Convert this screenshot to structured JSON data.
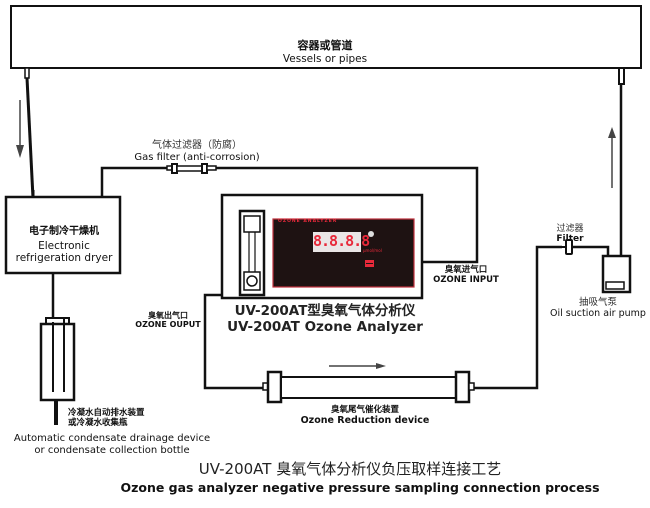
{
  "vessel": {
    "cn": "容器或管道",
    "en": "Vessels or pipes"
  },
  "dryer": {
    "cn": "电子制冷干燥机",
    "en1": "Electronic",
    "en2": "refrigeration dryer"
  },
  "gas_filter": {
    "cn": "气体过滤器（防腐）",
    "en": "Gas filter (anti-corrosion)"
  },
  "analyzer": {
    "panel_label": "OZONE ANALYZER",
    "display": "8.8.8.8",
    "unit": "μmol/mol",
    "name_cn": "UV-200AT型臭氧气体分析仪",
    "name_en": "UV-200AT Ozone Analyzer"
  },
  "ozone_input": {
    "cn": "臭氧进气口",
    "en": "OZONE INPUT"
  },
  "ozone_output": {
    "cn": "臭氧出气口",
    "en": "OZONE OUPUT"
  },
  "filter": {
    "cn": "过滤器",
    "en": "Filter"
  },
  "pump": {
    "cn": "抽吸气泵",
    "en": "Oil suction air pump"
  },
  "condensate": {
    "cn1": "冷凝水自动排水装置",
    "cn2": "或冷凝水收集瓶",
    "en1": "Automatic condensate drainage device",
    "en2": "or condensate collection bottle"
  },
  "reduction": {
    "cn": "臭氧尾气催化装置",
    "en": "Ozone Reduction device"
  },
  "caption": {
    "cn": "UV-200AT 臭氧气体分析仪负压取样连接工艺",
    "en": "Ozone gas analyzer negative pressure sampling connection process"
  },
  "colors": {
    "line": "#111111",
    "panel": "#1e1212",
    "led": "#e8293a",
    "panel_border": "#c0303c"
  }
}
